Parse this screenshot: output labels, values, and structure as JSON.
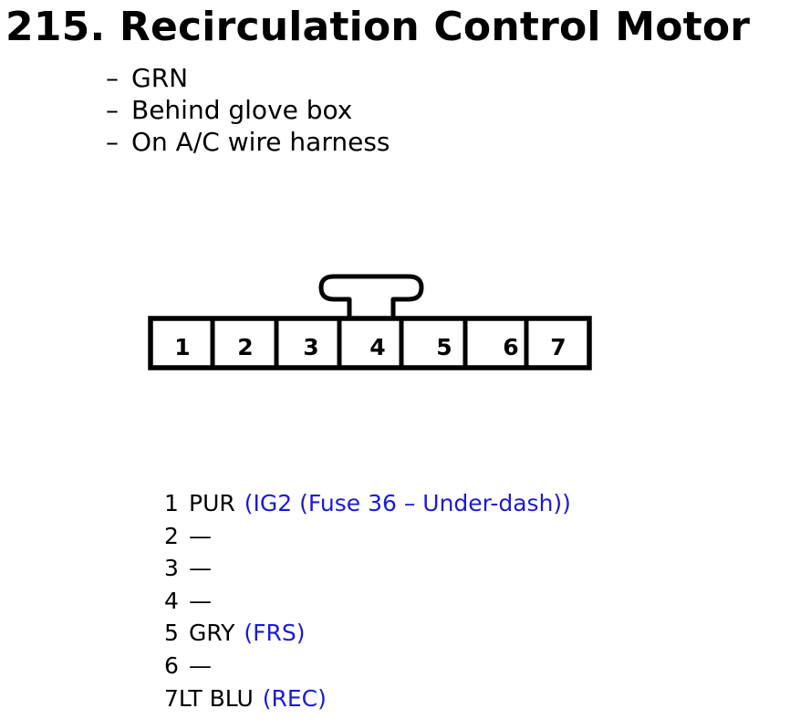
{
  "title": "215. Recirculation Control Motor",
  "notes": [
    "GRN",
    "Behind glove box",
    "On A/C wire harness"
  ],
  "note_bullet": "–",
  "connector": {
    "pins": [
      "1",
      "2",
      "3",
      "4",
      "5",
      "6",
      "7"
    ]
  },
  "pinout": [
    {
      "pin": "1",
      "wire": "PUR",
      "function": "(IG2 (Fuse 36 – Under-dash))"
    },
    {
      "pin": "2",
      "wire": "—",
      "function": ""
    },
    {
      "pin": "3",
      "wire": "—",
      "function": ""
    },
    {
      "pin": "4",
      "wire": "—",
      "function": ""
    },
    {
      "pin": "5",
      "wire": "GRY",
      "function": "(FRS)"
    },
    {
      "pin": "6",
      "wire": "—",
      "function": ""
    },
    {
      "pin": "7",
      "wire": "LT BLU",
      "function": "(REC)"
    }
  ],
  "colors": {
    "text": "#000000",
    "function_text": "#1a1adb",
    "background": "#ffffff"
  }
}
